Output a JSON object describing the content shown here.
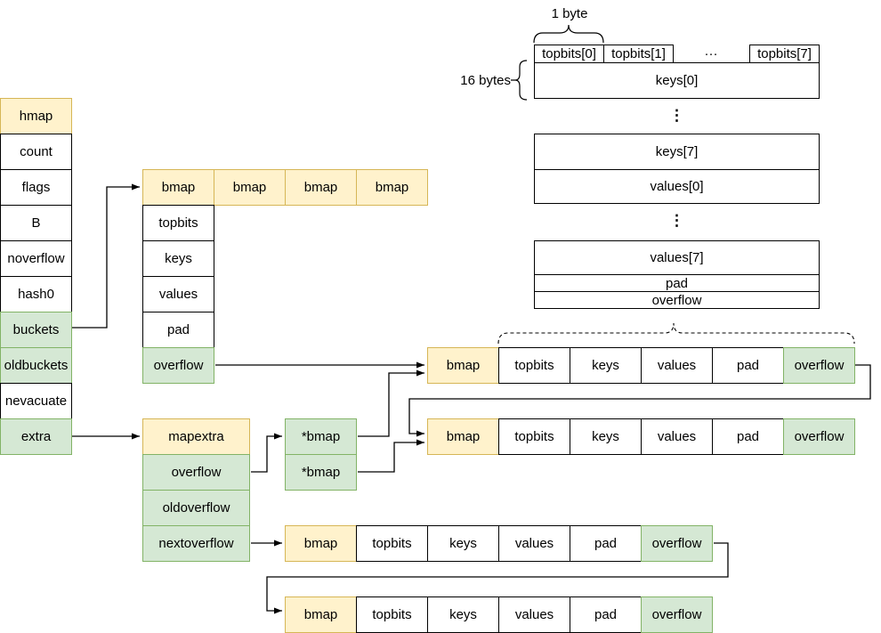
{
  "colors": {
    "struct_header_fill": "#FFF2CC",
    "struct_header_border": "#D6B656",
    "pointer_fill": "#D5E8D4",
    "pointer_border": "#82B366",
    "plain_fill": "#FFFFFF",
    "line": "#000000"
  },
  "hmap_struct": {
    "cells": [
      {
        "label": "hmap"
      },
      {
        "label": "count"
      },
      {
        "label": "flags"
      },
      {
        "label": "B"
      },
      {
        "label": "noverflow"
      },
      {
        "label": "hash0"
      },
      {
        "label": "buckets"
      },
      {
        "label": "oldbuckets"
      },
      {
        "label": "nevacuate"
      },
      {
        "label": "extra"
      }
    ]
  },
  "buckets_array": {
    "cells": [
      {
        "label": "bmap"
      },
      {
        "label": "bmap"
      },
      {
        "label": "bmap"
      },
      {
        "label": "bmap"
      }
    ]
  },
  "bucket_fields": {
    "cells": [
      {
        "label": "topbits"
      },
      {
        "label": "keys"
      },
      {
        "label": "values"
      },
      {
        "label": "pad"
      },
      {
        "label": "overflow"
      }
    ]
  },
  "mapextra_struct": {
    "cells": [
      {
        "label": "mapextra"
      },
      {
        "label": "overflow"
      },
      {
        "label": "oldoverflow"
      },
      {
        "label": "nextoverflow"
      }
    ]
  },
  "overflow_pointers": {
    "cells": [
      {
        "label": "*bmap"
      },
      {
        "label": "*bmap"
      }
    ]
  },
  "bucket_rows": [
    {
      "cells": [
        {
          "label": "bmap"
        },
        {
          "label": "topbits"
        },
        {
          "label": "keys"
        },
        {
          "label": "values"
        },
        {
          "label": "pad"
        },
        {
          "label": "overflow"
        }
      ]
    },
    {
      "cells": [
        {
          "label": "bmap"
        },
        {
          "label": "topbits"
        },
        {
          "label": "keys"
        },
        {
          "label": "values"
        },
        {
          "label": "pad"
        },
        {
          "label": "overflow"
        }
      ]
    },
    {
      "cells": [
        {
          "label": "bmap"
        },
        {
          "label": "topbits"
        },
        {
          "label": "keys"
        },
        {
          "label": "values"
        },
        {
          "label": "pad"
        },
        {
          "label": "overflow"
        }
      ]
    },
    {
      "cells": [
        {
          "label": "bmap"
        },
        {
          "label": "topbits"
        },
        {
          "label": "keys"
        },
        {
          "label": "values"
        },
        {
          "label": "pad"
        },
        {
          "label": "overflow"
        }
      ]
    }
  ],
  "byte_layout": {
    "one_byte_label": "1 byte",
    "sixteen_bytes_label": "16 bytes",
    "topbits_row": {
      "cells": [
        {
          "label": "topbits[0]"
        },
        {
          "label": "topbits[1]"
        },
        {
          "label": "topbits[7]"
        }
      ],
      "ellipsis": "···"
    },
    "keys0": "keys[0]",
    "keys7": "keys[7]",
    "values0": "values[0]",
    "values7": "values[7]",
    "pad": "pad",
    "overflow": "overflow",
    "vertical_ellipsis": "⋮"
  }
}
